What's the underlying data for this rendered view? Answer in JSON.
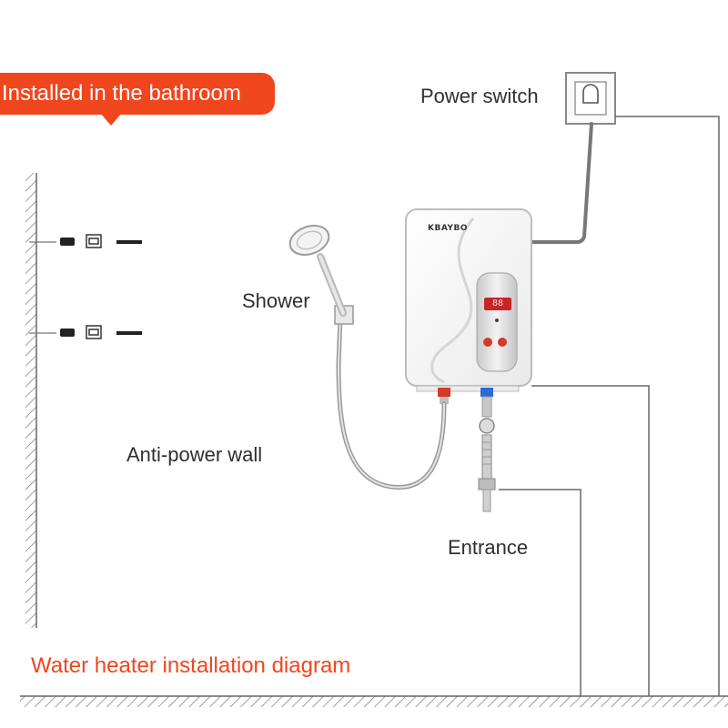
{
  "banner": {
    "text": "Installed in the bathroom"
  },
  "labels": {
    "power_switch": "Power switch",
    "shower": "Shower",
    "anti_power_wall": "Anti-power wall",
    "entrance": "Entrance"
  },
  "heater": {
    "brand": "KBAYBO",
    "display": "88"
  },
  "caption": {
    "text": "Water heater installation diagram"
  },
  "colors": {
    "accent": "#f0461e",
    "label_text": "#2f2f2f",
    "line": "#7a7a7a",
    "hot_valve": "#d43a2a",
    "cold_valve": "#2a6bd4"
  }
}
